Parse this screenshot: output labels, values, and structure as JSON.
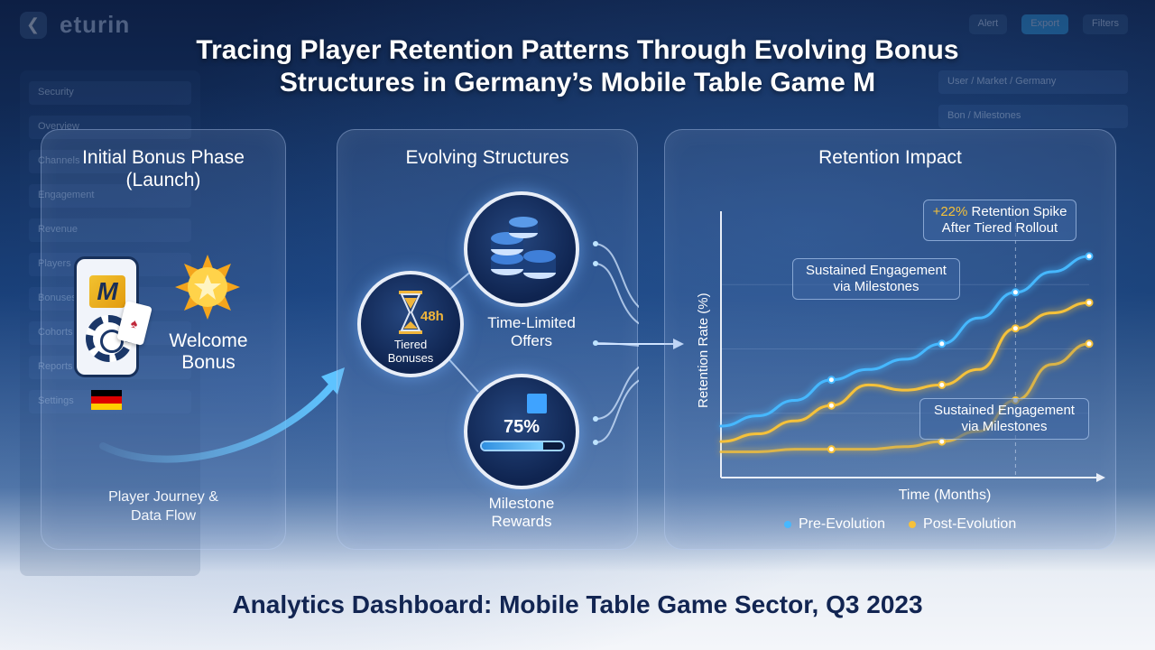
{
  "app": {
    "logo_text": "eturin",
    "top_buttons": [
      "Alert",
      "Export",
      "Filters"
    ],
    "sidebar_items": [
      "Security",
      "Overview",
      "Channels",
      "Engagement",
      "Revenue",
      "Players",
      "Bonuses",
      "Cohorts",
      "Reports",
      "Settings"
    ],
    "right_items": [
      "User / Market / Germany",
      "Bon / Milestones"
    ]
  },
  "title_line1": "Tracing Player Retention Patterns Through Evolving Bonus",
  "title_line2": "Structures in Germany’s Mobile Table Game M",
  "panels": {
    "initial": {
      "title_line1": "Initial Bonus Phase",
      "title_line2": "(Launch)",
      "welcome_line1": "Welcome",
      "welcome_line2": "Bonus",
      "journey_line1": "Player Journey &",
      "journey_line2": "Data Flow"
    },
    "evolving": {
      "title": "Evolving Structures",
      "tiered_line1": "Tiered",
      "tiered_line2": "Bonuses",
      "hours": "48h",
      "tlo_line1": "Time-Limited",
      "tlo_line2": "Offers",
      "percent": "75%",
      "milestone_progress": 0.75,
      "milestone_line1": "Milestone",
      "milestone_line2": "Rewards"
    },
    "retention": {
      "title": "Retention Impact",
      "spike_prefix": "+22%",
      "spike_rest": " Retention Spike",
      "spike_line2": "After Tiered Rollout",
      "sustained1_line1": "Sustained Engagement",
      "sustained1_line2": "via Milestones",
      "sustained2_line1": "Sustained Engagement",
      "sustained2_line2": "via Milestones"
    }
  },
  "footer": "Analytics Dashboard: Mobile Table Game Sector, Q3 2023",
  "colors": {
    "pre": "#46b8ff",
    "post": "#f5c13a",
    "germany_black": "#000000",
    "germany_red": "#dd0000",
    "germany_gold": "#ffce00"
  },
  "chart_data": {
    "type": "line",
    "xlabel": "Time (Months)",
    "ylabel": "Retention Rate (%)",
    "x": [
      0,
      1,
      2,
      3,
      4,
      5,
      6,
      7,
      8,
      9,
      10
    ],
    "series": [
      {
        "name": "Pre-Evolution",
        "values": [
          20,
          24,
          30,
          38,
          42,
          46,
          52,
          62,
          72,
          80,
          86
        ]
      },
      {
        "name": "Post-Evolution",
        "values": [
          14,
          17,
          22,
          28,
          36,
          34,
          36,
          42,
          58,
          64,
          68
        ]
      },
      {
        "name": "",
        "values": [
          10,
          10,
          11,
          11,
          11,
          12,
          14,
          18,
          30,
          44,
          52
        ]
      }
    ]
  }
}
